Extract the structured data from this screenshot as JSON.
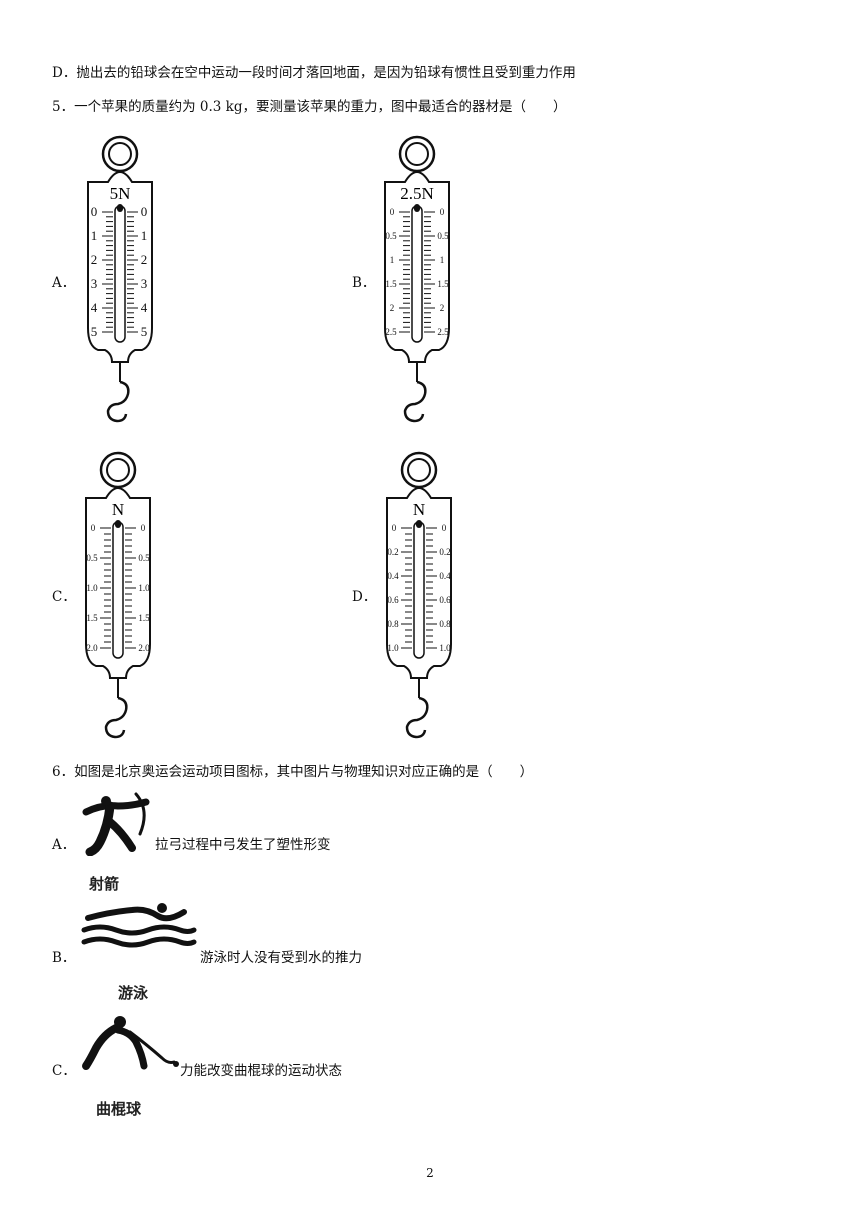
{
  "q4": {
    "option_d": "D．抛出去的铅球会在空中运动一段时间才落回地面，是因为铅球有惯性且受到重力作用"
  },
  "q5": {
    "stem": "5．一个苹果的质量约为 0.3 kg，要测量该苹果的重力，图中最适合的器材是（　　）",
    "options": [
      {
        "letter": "A．",
        "unit": "5N",
        "ticks": [
          "0",
          "1",
          "2",
          "3",
          "4",
          "5"
        ]
      },
      {
        "letter": "B．",
        "unit": "2.5N",
        "ticks": [
          "0",
          "0.5",
          "1",
          "1.5",
          "2",
          "2.5"
        ]
      },
      {
        "letter": "C．",
        "unit": "N",
        "ticks": [
          "0",
          "0.5",
          "1.0",
          "1.5",
          "2.0"
        ]
      },
      {
        "letter": "D．",
        "unit": "N",
        "ticks": [
          "0",
          "0.2",
          "0.4",
          "0.6",
          "0.8",
          "1.0"
        ]
      }
    ]
  },
  "q6": {
    "stem": "6．如图是北京奥运会运动项目图标，其中图片与物理知识对应正确的是（　　）",
    "options": [
      {
        "letter": "A．",
        "caption": "射箭",
        "text": "拉弓过程中弓发生了塑性形变"
      },
      {
        "letter": "B．",
        "caption": "游泳",
        "text": "游泳时人没有受到水的推力"
      },
      {
        "letter": "C．",
        "caption": "曲棍球",
        "text": "力能改变曲棍球的运动状态"
      }
    ]
  },
  "page_number": "2"
}
